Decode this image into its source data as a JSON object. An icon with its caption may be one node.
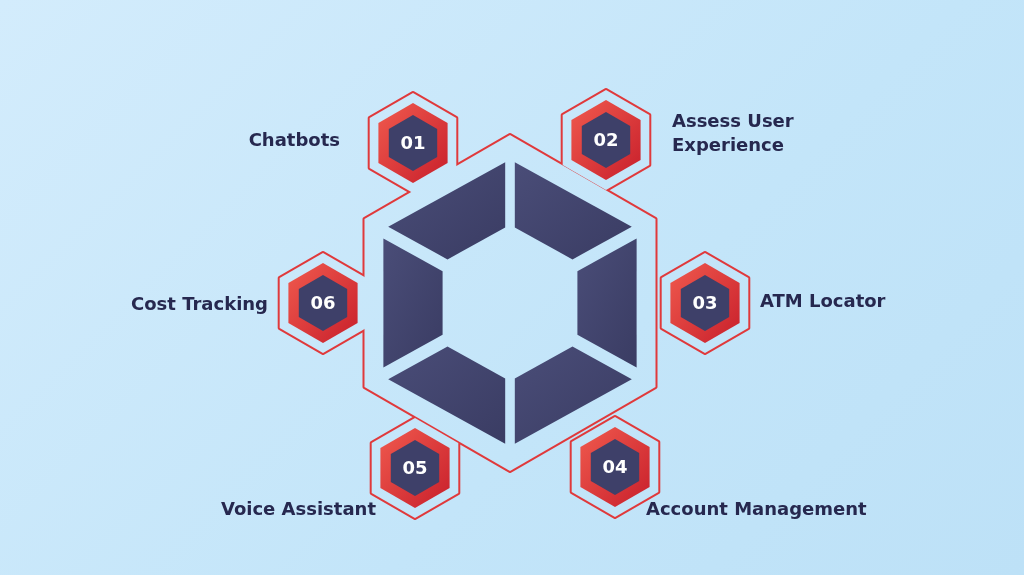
{
  "diagram": {
    "nodes": [
      {
        "text": [
          "01"
        ],
        "beside": [
          "Chatbots"
        ]
      },
      {
        "text": [
          "02"
        ],
        "beside": [
          "Assess User Experience"
        ]
      },
      {
        "text": [
          "03"
        ],
        "beside": [
          "ATM Locator"
        ]
      },
      {
        "text": [
          "04"
        ],
        "beside": [
          "Account Management"
        ]
      },
      {
        "text": [
          "05"
        ],
        "beside": [
          "Voice Assistant"
        ]
      },
      {
        "text": [
          "06"
        ],
        "beside": [
          "Cost Tracking"
        ]
      }
    ],
    "edges": []
  }
}
